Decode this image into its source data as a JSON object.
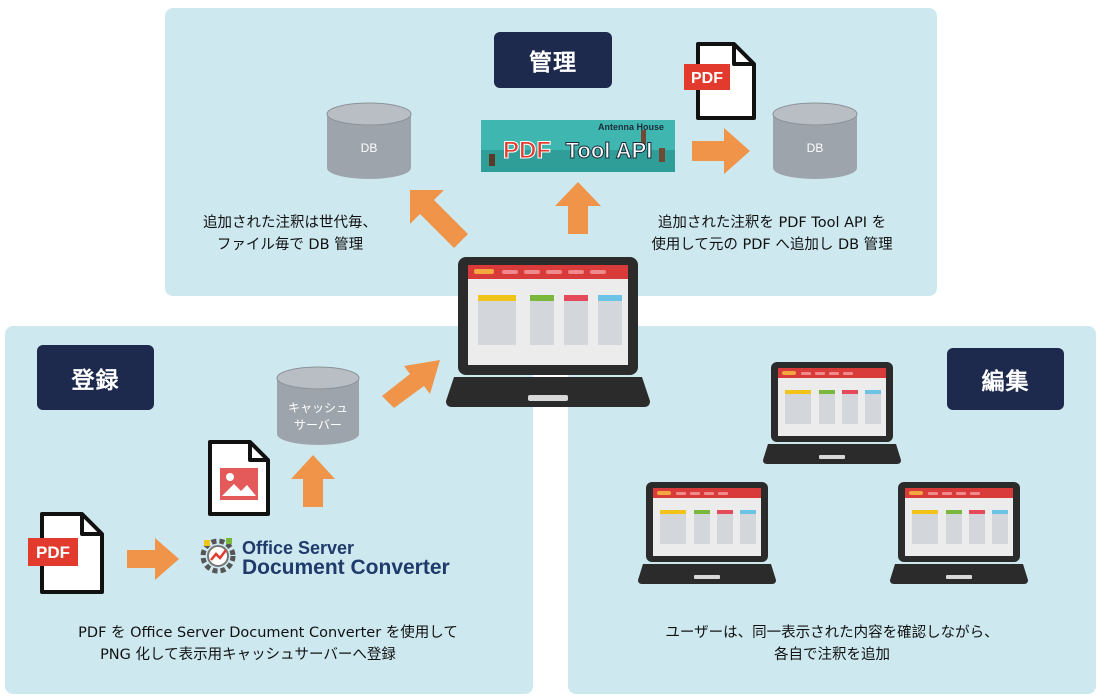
{
  "colors": {
    "panel_bg": "#cde9ef",
    "badge_bg": "#1d2a4d",
    "arrow": "#f0944a",
    "db_fill": "#9ea4ab",
    "pdf_red": "#e23b2e",
    "laptop_body": "#2b2b2b",
    "screen_header": "#d93a3a"
  },
  "sections": {
    "kanri": {
      "title": "管理"
    },
    "touroku": {
      "title": "登録"
    },
    "henshu": {
      "title": "編集"
    }
  },
  "db_left": {
    "label": "DB"
  },
  "db_right": {
    "label": "DB"
  },
  "cache_db": {
    "line1": "キャッシュ",
    "line2": "サーバー"
  },
  "pdf_badge": "PDF",
  "pdf_tool_logo": {
    "brand": "Antenna House",
    "text_pdf": "PDF",
    "text_tool": "Tool API"
  },
  "osdc_logo": {
    "line1": "Office Server",
    "line2": "Document Converter"
  },
  "captions": {
    "kanri_left": [
      "追加された注釈は世代毎、",
      "ファイル毎で DB 管理"
    ],
    "kanri_right": [
      "追加された注釈を PDF Tool API を",
      "使用して元の PDF へ追加し DB 管理"
    ],
    "touroku": [
      "PDF を Office Server  Document Converter を使用して",
      "PNG 化して表示用キャッシュサーバーへ登録"
    ],
    "henshu": [
      "ユーザーは、同一表示された内容を確認しながら、",
      "各自で注釈を追加"
    ]
  },
  "icons": {
    "db": "database-icon",
    "pdf": "pdf-file-icon",
    "image": "image-file-icon",
    "laptop": "laptop-icon",
    "arrow": "arrow-icon",
    "gear": "gear-icon"
  }
}
